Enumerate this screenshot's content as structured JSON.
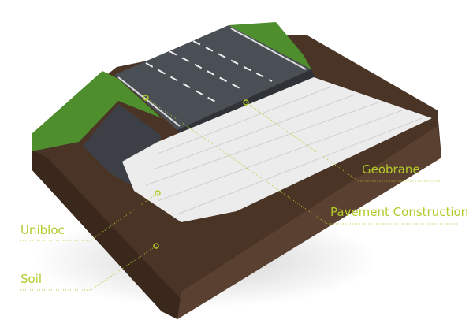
{
  "labels": {
    "geobrane": "Geobrane",
    "pavement": "Pavement Construction",
    "unibloc": "Unibloc",
    "soil": "Soil"
  },
  "colors": {
    "accent": "#b3ca2b",
    "soil": "#4a3426",
    "grass": "#4f8e2c",
    "asphalt": "#4a4f55",
    "blocks": "#ececec",
    "steps": "#3c4046"
  }
}
